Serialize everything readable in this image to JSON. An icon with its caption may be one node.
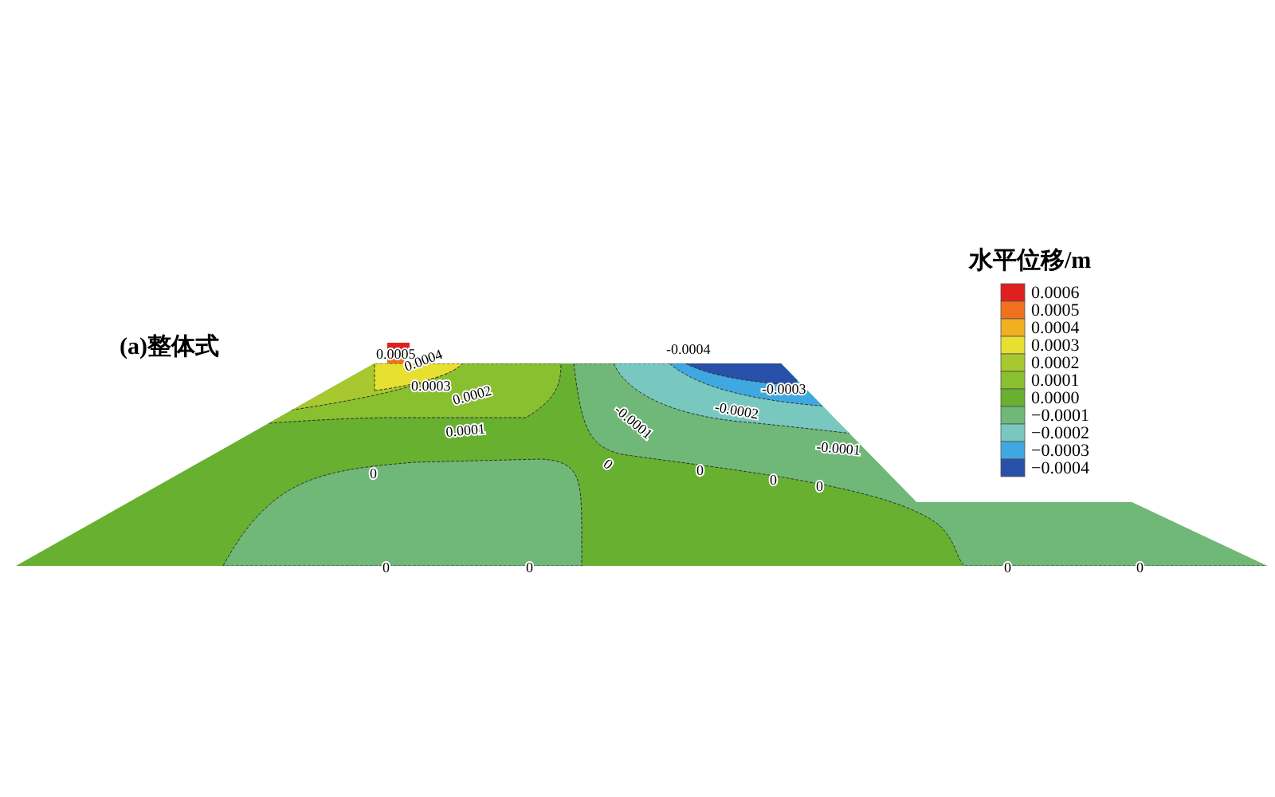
{
  "diagram": {
    "title": "(a)整体式",
    "labels": [
      "水平位移/m",
      "0.0005",
      "-0.0004",
      "0.0004",
      "0.0003",
      "-0.0003",
      "0.0002",
      "-0.0001",
      "-0.0002",
      "0.0001",
      "-0.0001",
      "0",
      "0",
      "0",
      "0",
      "0",
      "0",
      "0",
      "0",
      "0"
    ],
    "legend": [
      {
        "text": "0.0006",
        "color": "#e02020"
      },
      {
        "text": "0.0005",
        "color": "#f07020"
      },
      {
        "text": "0.0004",
        "color": "#f0b020"
      },
      {
        "text": "0.0003",
        "color": "#e8e030"
      },
      {
        "text": "0.0002",
        "color": "#a8c830"
      },
      {
        "text": "0.0001",
        "color": "#88c030"
      },
      {
        "text": "0.0000",
        "color": "#68b030"
      },
      {
        "text": "−0.0001",
        "color": "#70b878"
      },
      {
        "text": "−0.0002",
        "color": "#78c8c0"
      },
      {
        "text": "−0.0003",
        "color": "#40a8e0"
      },
      {
        "text": "−0.0004",
        "color": "#2850a8"
      }
    ]
  }
}
